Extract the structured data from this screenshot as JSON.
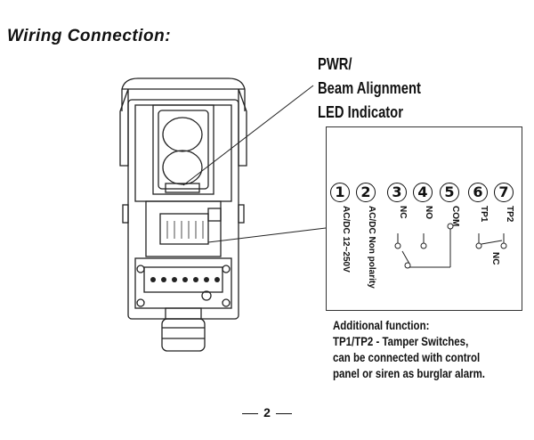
{
  "heading": "Wiring Connection:",
  "callout": {
    "line1": "PWR/",
    "line2": "Beam Alignment",
    "line3": "LED Indicator"
  },
  "terminals": [
    {
      "num": "1",
      "label": "AC/DC 12~250V"
    },
    {
      "num": "2",
      "label": "AC/DC Non polarity"
    },
    {
      "num": "3",
      "label": "NC"
    },
    {
      "num": "4",
      "label": "NO"
    },
    {
      "num": "5",
      "label": "COM"
    },
    {
      "num": "6",
      "label": "TP1"
    },
    {
      "num": "7",
      "label": "TP2"
    }
  ],
  "tamper_label": "NC",
  "additional": {
    "line1": "Additional function:",
    "line2": "TP1/TP2 - Tamper Switches,",
    "line3": "can be connected with control",
    "line4": "panel or siren as burglar alarm."
  },
  "page_number": "2"
}
